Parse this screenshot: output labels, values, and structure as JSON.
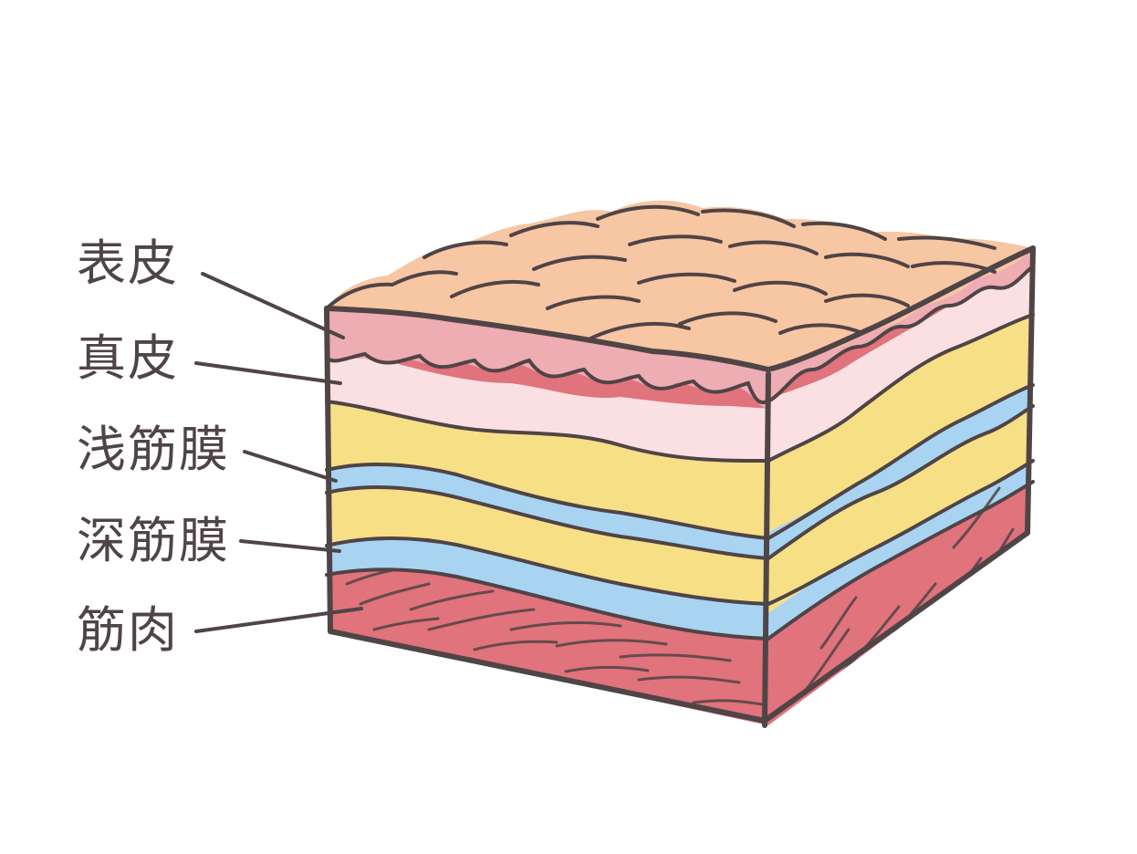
{
  "labels": [
    {
      "text": "表皮"
    },
    {
      "text": "真皮"
    },
    {
      "text": "浅筋膜"
    },
    {
      "text": "深筋膜"
    },
    {
      "text": "筋肉"
    }
  ],
  "colors": {
    "outline": "#4f4446",
    "epidermis_top": "#f7c6a3",
    "epidermis": "#eeacb3",
    "dermis": "#fae0e2",
    "fat": "#f7df86",
    "fascia": "#a8d4f2",
    "muscle": "#e1737d"
  }
}
